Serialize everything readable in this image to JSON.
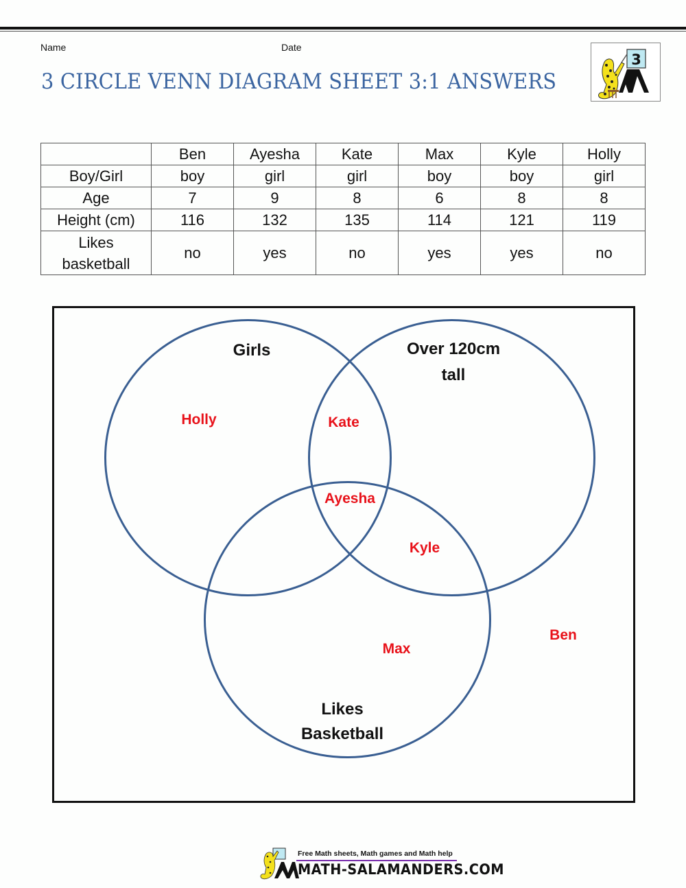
{
  "header": {
    "name_label": "Name",
    "date_label": "Date",
    "title": "3 CIRCLE VENN DIAGRAM SHEET 3:1 ANSWERS",
    "logo_icon": "salamander-easel-logo-icon",
    "logo_number": "3"
  },
  "table": {
    "columns": [
      "",
      "Ben",
      "Ayesha",
      "Kate",
      "Max",
      "Kyle",
      "Holly"
    ],
    "rows": [
      {
        "label": "Boy/Girl",
        "values": [
          "boy",
          "girl",
          "girl",
          "boy",
          "boy",
          "girl"
        ]
      },
      {
        "label": "Age",
        "values": [
          "7",
          "9",
          "8",
          "6",
          "8",
          "8"
        ]
      },
      {
        "label": "Height (cm)",
        "values": [
          "116",
          "132",
          "135",
          "114",
          "121",
          "119"
        ]
      },
      {
        "label_line1": "Likes",
        "label_line2": "basketball",
        "values": [
          "no",
          "yes",
          "no",
          "yes",
          "yes",
          "no"
        ]
      }
    ]
  },
  "venn": {
    "circle_color": "#3a5f92",
    "name_color": "#e8121a",
    "sets": [
      {
        "id": "girls",
        "line1": "Girls",
        "line2": ""
      },
      {
        "id": "over120",
        "line1": "Over 120cm",
        "line2": "tall"
      },
      {
        "id": "basketball",
        "line1": "Likes",
        "line2": "Basketball"
      }
    ],
    "placements": [
      {
        "name": "Holly",
        "region": "Girls only"
      },
      {
        "name": "Kate",
        "region": "Girls ∩ Over 120cm"
      },
      {
        "name": "Ayesha",
        "region": "Girls ∩ Over 120cm ∩ Likes Basketball"
      },
      {
        "name": "Kyle",
        "region": "Over 120cm ∩ Likes Basketball"
      },
      {
        "name": "Max",
        "region": "Likes Basketball only"
      },
      {
        "name": "Ben",
        "region": "Outside all circles"
      }
    ]
  },
  "footer": {
    "tagline": "Free Math sheets, Math games and Math help",
    "site": "MATH-SALAMANDERS.COM",
    "logo_icon": "salamander-easel-logo-icon",
    "accent_color": "#7a2fae"
  }
}
